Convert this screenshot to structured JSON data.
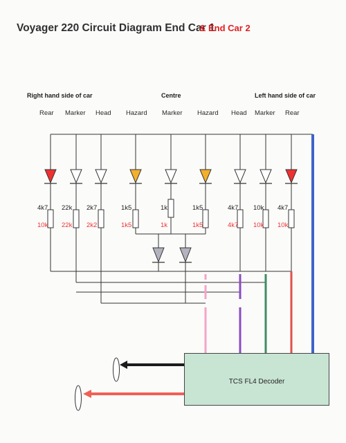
{
  "title": "Voyager 220 Circuit Diagram End Car 1",
  "title_suffix": "& End Car 2",
  "sections": {
    "right": "Right hand side of car",
    "centre": "Centre",
    "left": "Left hand side of car"
  },
  "columns": [
    "Rear",
    "Marker",
    "Head",
    "Hazard",
    "Marker",
    "Hazard",
    "Head",
    "Marker",
    "Rear"
  ],
  "resistors_car1": [
    "4k7",
    "22k",
    "2k7",
    "1k5",
    "1k",
    "1k5",
    "4k7",
    "10k",
    "4k7"
  ],
  "resistors_car2": [
    "10k",
    "22k",
    "2k2",
    "1k5",
    "1k",
    "1k5",
    "4k7",
    "10k",
    "10k"
  ],
  "decoder_label": "TCS FL4 Decoder",
  "colors": {
    "led_red": "#f03030",
    "led_amber": "#f3b02c",
    "wire_blue": "#3f63c9",
    "wire_red": "#e2504c",
    "wire_green": "#3d8e63",
    "wire_purple": "#8a4cc4",
    "wire_pink": "#f4a3c8",
    "wire_black": "#1c1c1c",
    "arrow_red": "#f06055",
    "decoder_fill": "#c8e4d2",
    "title_suffix": "#e02020"
  }
}
